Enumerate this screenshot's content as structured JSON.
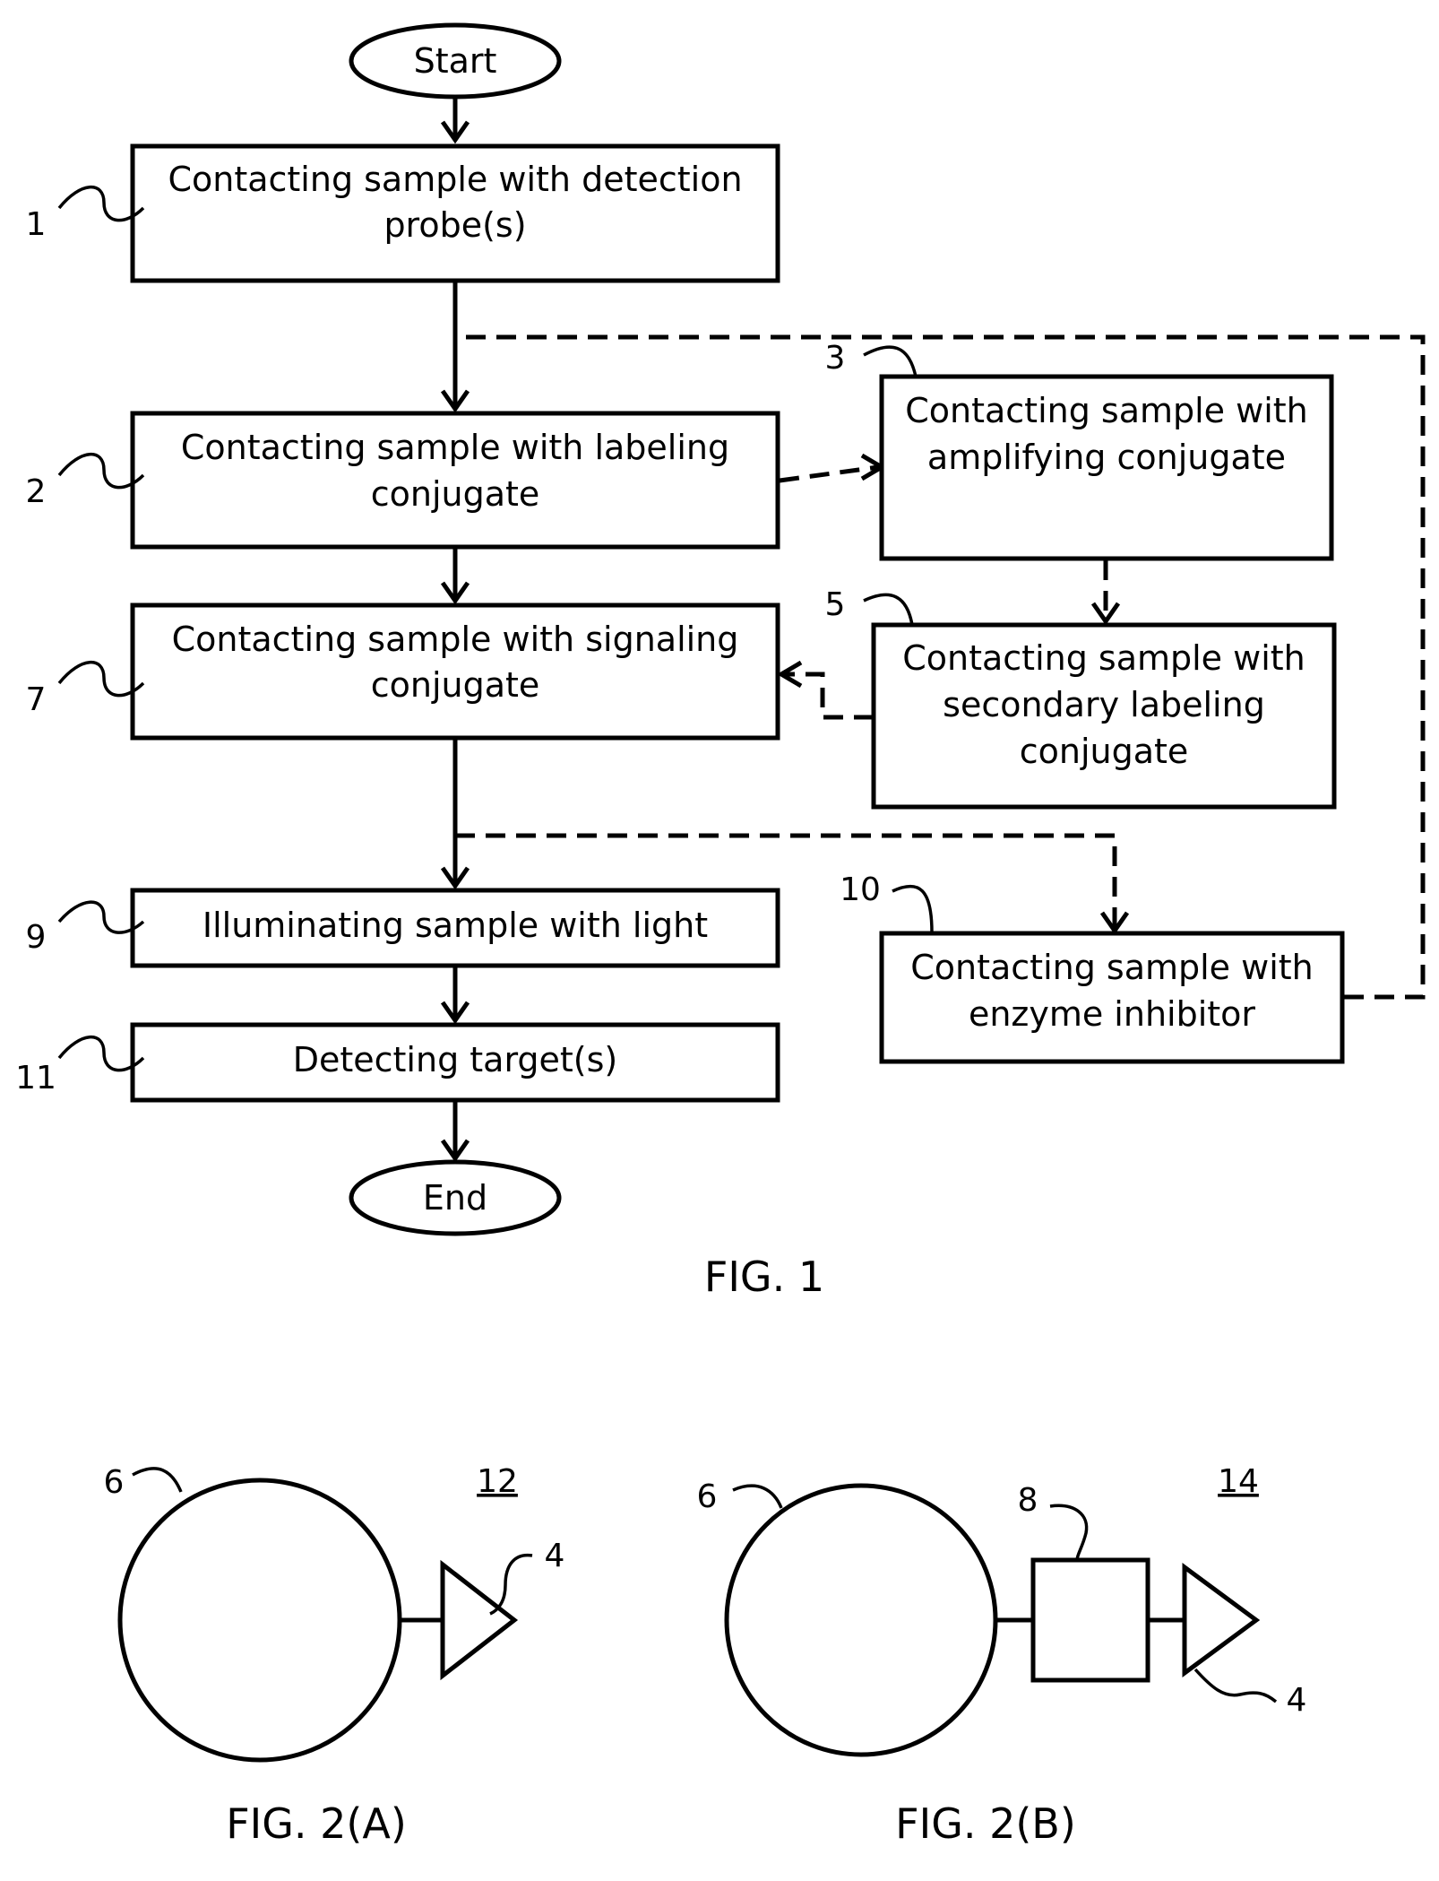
{
  "fig1": {
    "start_label": "Start",
    "end_label": "End",
    "caption": "FIG. 1",
    "steps": [
      {
        "ref": "1",
        "lines": [
          "Contacting sample with detection",
          "probe(s)"
        ]
      },
      {
        "ref": "2",
        "lines": [
          "Contacting sample with labeling",
          "conjugate"
        ]
      },
      {
        "ref": "3",
        "lines": [
          "Contacting sample with",
          "amplifying conjugate"
        ]
      },
      {
        "ref": "5",
        "lines": [
          "Contacting sample with",
          "secondary labeling",
          "conjugate"
        ]
      },
      {
        "ref": "7",
        "lines": [
          "Contacting sample with signaling",
          "conjugate"
        ]
      },
      {
        "ref": "9",
        "lines": [
          "Illuminating sample with light"
        ]
      },
      {
        "ref": "10",
        "lines": [
          "Contacting sample with",
          "enzyme inhibitor"
        ]
      },
      {
        "ref": "11",
        "lines": [
          "Detecting target(s)"
        ]
      }
    ]
  },
  "fig2a": {
    "caption": "FIG. 2(A)",
    "ref_conjugate": "12",
    "ref_circle": "6",
    "ref_triangle": "4"
  },
  "fig2b": {
    "caption": "FIG. 2(B)",
    "ref_conjugate": "14",
    "ref_circle": "6",
    "ref_square": "8",
    "ref_triangle": "4"
  }
}
